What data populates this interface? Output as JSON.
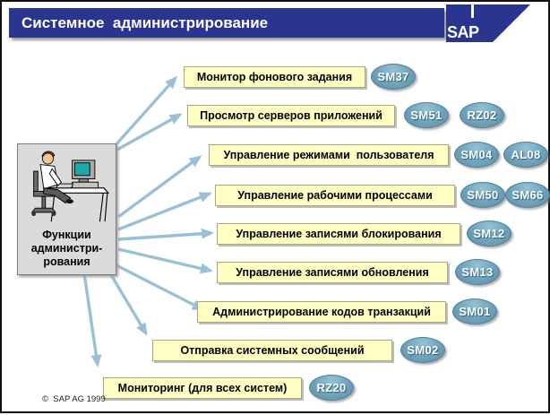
{
  "header": {
    "title": "Системное  администрирование",
    "logo_text": "SAP"
  },
  "actor": {
    "icon": "person-at-computer",
    "caption_lines": [
      "Функции",
      "администри-",
      "рования"
    ]
  },
  "rows": [
    {
      "label": "Монитор фонового задания",
      "codes": [
        "SM37"
      ]
    },
    {
      "label": "Просмотр серверов приложений",
      "codes": [
        "SM51",
        "RZ02"
      ]
    },
    {
      "label": "Управление режимами  пользователя",
      "codes": [
        "SM04",
        "AL08"
      ]
    },
    {
      "label": "Управление рабочими процессами",
      "codes": [
        "SM50",
        "SM66"
      ]
    },
    {
      "label": "Управление записями блокирования",
      "codes": [
        "SM12"
      ]
    },
    {
      "label": "Управление записями обновления",
      "codes": [
        "SM13"
      ]
    },
    {
      "label": "Администрирование кодов транзакций",
      "codes": [
        "SM01"
      ]
    },
    {
      "label": "Отправка системных сообщений",
      "codes": [
        "SM02"
      ]
    },
    {
      "label": "Мониторинг (для всех систем)",
      "codes": [
        "RZ20"
      ]
    }
  ],
  "footer": {
    "copyright": "©  SAP AG 1999"
  },
  "colors": {
    "header_navy": "#2A3590",
    "box_yellow": "#FFFFC4",
    "oval_blue": "#6FA3BB",
    "arrow_blue": "#99C0D6",
    "screen_teal": "#1FA8A8"
  }
}
